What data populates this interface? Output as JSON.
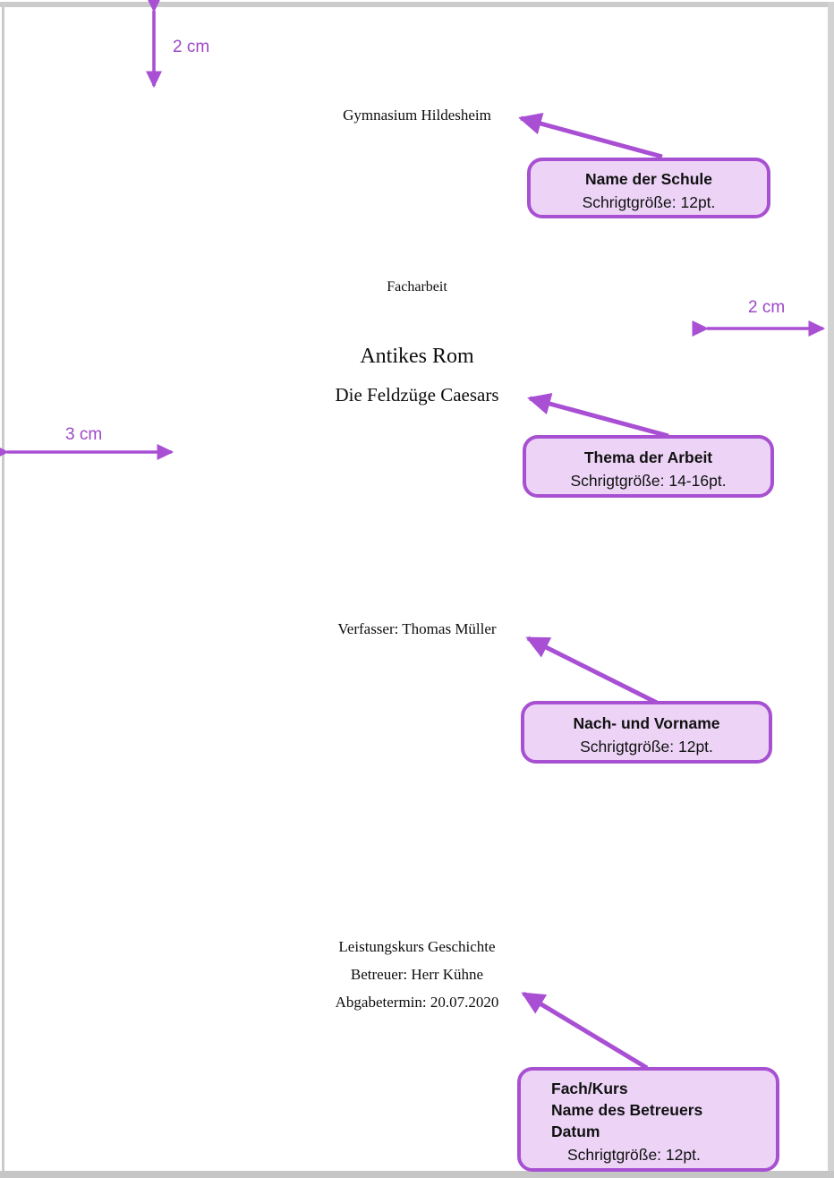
{
  "document": {
    "school": "Gymnasium Hildesheim",
    "doc_type": "Facharbeit",
    "title": "Antikes Rom",
    "subtitle": "Die Feldzüge Caesars",
    "author": "Verfasser: Thomas Müller",
    "course": "Leistungskurs Geschichte",
    "supervisor": "Betreuer: Herr Kühne",
    "deadline": "Abgabetermin: 20.07.2020"
  },
  "margin_labels": {
    "top": "2 cm",
    "right": "2 cm",
    "left": "3 cm"
  },
  "callouts": {
    "school": {
      "title": "Name der Schule",
      "note": "Schrigtgröße: 12pt."
    },
    "topic": {
      "title": "Thema der Arbeit",
      "note": "Schrigtgröße: 14-16pt."
    },
    "name": {
      "title": "Nach- und Vorname",
      "note": "Schrigtgröße: 12pt."
    },
    "course": {
      "lines": [
        "Fach/Kurs",
        "Name des Betreuers",
        "Datum"
      ],
      "note": "Schrigtgröße: 12pt."
    }
  },
  "colors": {
    "accent_purple": "#a751d2",
    "callout_fill": "#edd4f7",
    "label_purple": "#9d48c6",
    "page_edge_gray": "#cbcbcb"
  }
}
